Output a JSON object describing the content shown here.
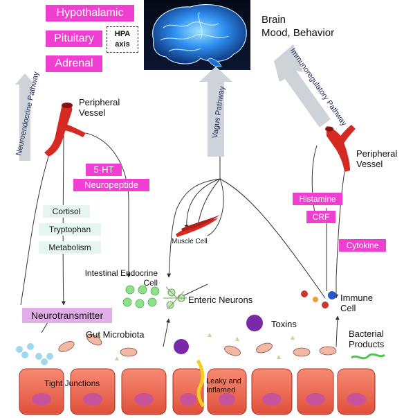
{
  "brain": {
    "title": "Brain",
    "subtitle": "Mood, Behavior"
  },
  "hpa": {
    "hypothalamic": "Hypothalamic",
    "pituitary": "Pituitary",
    "adrenal": "Adrenal",
    "axis_label": "HPA axis"
  },
  "pathways": {
    "neuroendocrine": "Neuroendocrine Pathway",
    "vagus": "Vagus Pathway",
    "immunoregulatory": "Immunoregulatory Pathway"
  },
  "left_vessel": "Peripheral Vessel",
  "right_vessel": "Peripheral Vessel",
  "magenta_labels": {
    "ht5": "5-HT",
    "neuropeptide": "Neuropeptide",
    "histamine": "Histamine",
    "crf": "CRF",
    "cytokine": "Cytokine",
    "neurotransmitter": "Neurotransmitter"
  },
  "metabolism_labels": {
    "cortisol": "Cortisol",
    "tryptophan": "Tryptophan",
    "metabolism": "Metabolism"
  },
  "cell_labels": {
    "muscle_cell": "Muscle Cell",
    "intestinal_endocrine_cell": "Intestinal Endocrine Cell",
    "enteric_neurons": "Enteric Neurons",
    "immune_cell": "Immune Cell",
    "toxins": "Toxins",
    "bacterial_products": "Bacterial Products",
    "gut_microbiota": "Gut Microbiota",
    "tight_junctions": "Tight Junctions",
    "leaky_inflamed": "Leaky and Inflamed"
  },
  "colors": {
    "magenta": "#ee3fd0",
    "lavender": "#e2aee8",
    "mint": "#e4f6ee",
    "vessel_red": "#d42a22",
    "epithelium": "#f26b55",
    "arrow_gray": "#cdd3d8",
    "brain_blue": "#1f6fd6"
  }
}
